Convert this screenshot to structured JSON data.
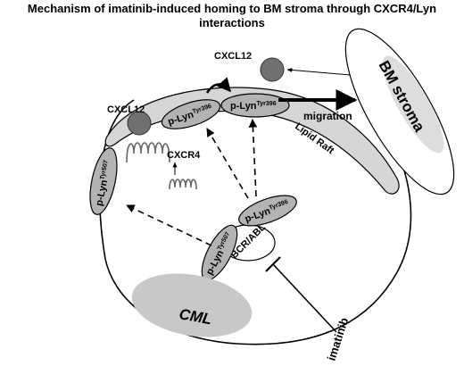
{
  "title": {
    "line1": "Mechanism of imatinib-induced homing to BM stroma through CXCR4/Lyn",
    "line2": "interactions"
  },
  "labels": {
    "cxcl12_top": "CXCL12",
    "cxcl12_left": "CXCL12",
    "bm_stroma": "BM stroma",
    "migration": "migration",
    "lipid_raft": "Lipid Raft",
    "cxcr4": "CXCR4",
    "cml": "CML",
    "imatinib": "imatinib",
    "bcr_abl": "BCR/ABL"
  },
  "lyn_nodes": [
    {
      "id": "raft-left",
      "main": "p-Lyn",
      "sub": "Tyr396"
    },
    {
      "id": "raft-right",
      "main": "p-Lyn",
      "sub": "Tyr396"
    },
    {
      "id": "left-membrane",
      "main": "p-Lyn",
      "sub": "Tyr507"
    },
    {
      "id": "bcr-upper",
      "main": "p-Lyn",
      "sub": "Tyr396"
    },
    {
      "id": "bcr-lower",
      "main": "p-Lyn",
      "sub": "Tyr507"
    }
  ],
  "colors": {
    "node_fill": "#b3b3b3",
    "cml_fill": "#c8c8c8",
    "raft_fill": "#d6d6d6",
    "cxcl12_fill": "#707070",
    "stroke": "#000000"
  }
}
